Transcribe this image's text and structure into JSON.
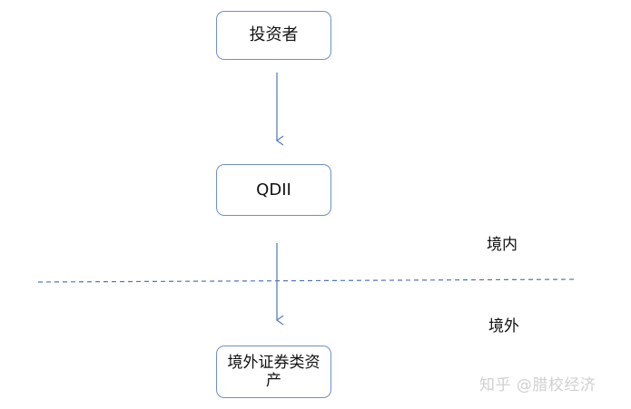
{
  "nodes": {
    "investor": "投资者",
    "qdii": "QDII",
    "foreign_assets": "境外证券类资产"
  },
  "zones": {
    "domestic": "境内",
    "overseas": "境外"
  },
  "watermark": "知乎 @腊校经济",
  "colors": {
    "arrow": "#5b7fc2",
    "border": "#6f8fc7",
    "divider": "#4e77b6"
  }
}
